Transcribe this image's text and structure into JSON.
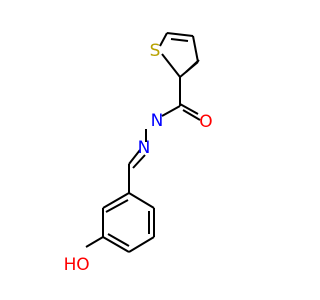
{
  "molecule": {
    "atoms": [
      {
        "id": "S",
        "symbol": "S",
        "color": "#B8A200"
      },
      {
        "id": "O1",
        "symbol": "O",
        "color": "#FF0000"
      },
      {
        "id": "N1",
        "symbol": "N",
        "color": "#0000FF"
      },
      {
        "id": "N2",
        "symbol": "N",
        "color": "#0000FF"
      },
      {
        "id": "O2",
        "symbol": "O",
        "color": "#FF0000"
      },
      {
        "id": "H",
        "symbol": "H",
        "color": "#FF0000"
      }
    ]
  }
}
